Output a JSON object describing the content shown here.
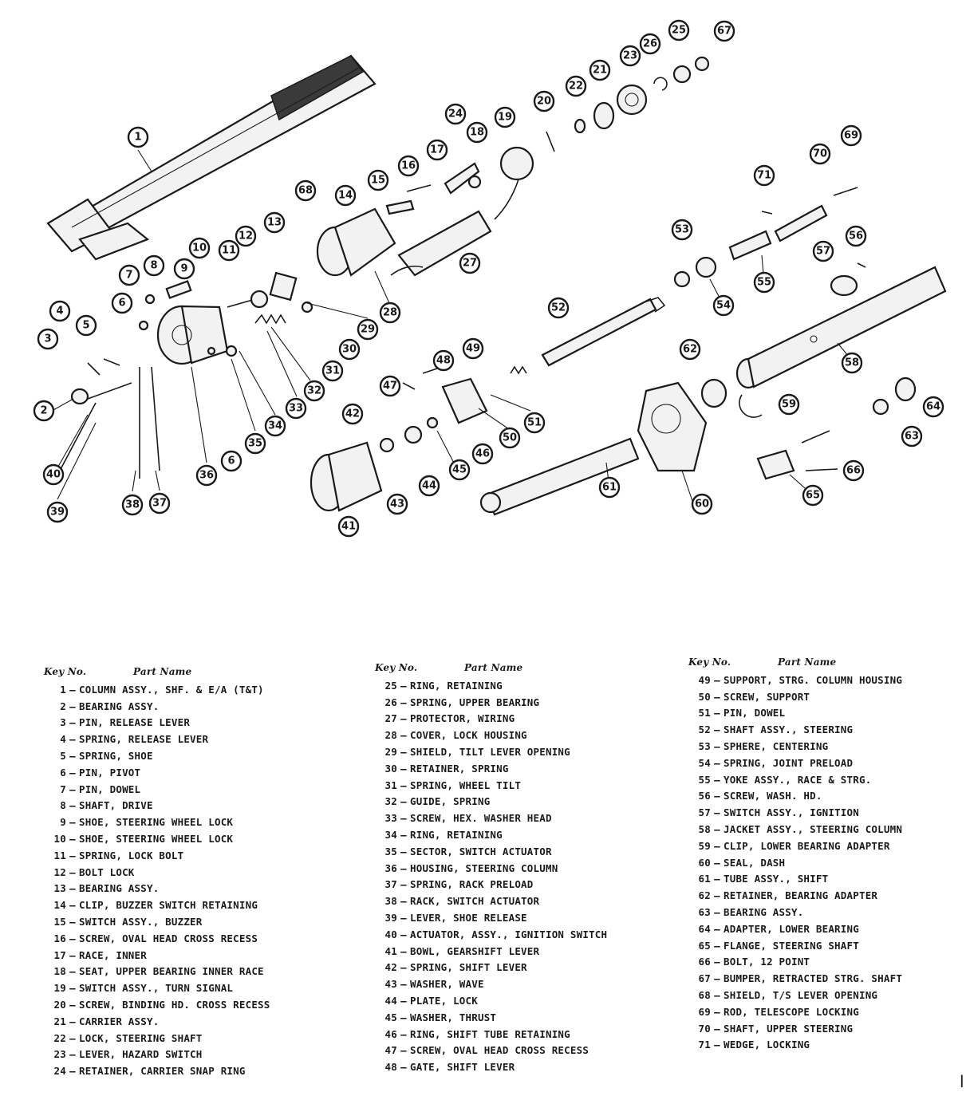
{
  "legend": {
    "header_key": "Key No.",
    "header_name": "Part Name",
    "columns": [
      [
        {
          "num": "1",
          "name": "COLUMN ASSY., SHF. & E/A (T&T)"
        },
        {
          "num": "2",
          "name": "BEARING ASSY."
        },
        {
          "num": "3",
          "name": "PIN, RELEASE LEVER"
        },
        {
          "num": "4",
          "name": "SPRING, RELEASE LEVER"
        },
        {
          "num": "5",
          "name": "SPRING, SHOE"
        },
        {
          "num": "6",
          "name": "PIN, PIVOT"
        },
        {
          "num": "7",
          "name": "PIN, DOWEL"
        },
        {
          "num": "8",
          "name": "SHAFT, DRIVE"
        },
        {
          "num": "9",
          "name": "SHOE, STEERING WHEEL LOCK"
        },
        {
          "num": "10",
          "name": "SHOE, STEERING WHEEL LOCK"
        },
        {
          "num": "11",
          "name": "SPRING, LOCK BOLT"
        },
        {
          "num": "12",
          "name": "BOLT LOCK"
        },
        {
          "num": "13",
          "name": "BEARING ASSY."
        },
        {
          "num": "14",
          "name": "CLIP, BUZZER SWITCH RETAINING"
        },
        {
          "num": "15",
          "name": "SWITCH ASSY., BUZZER"
        },
        {
          "num": "16",
          "name": "SCREW, OVAL HEAD CROSS RECESS"
        },
        {
          "num": "17",
          "name": "RACE, INNER"
        },
        {
          "num": "18",
          "name": "SEAT, UPPER BEARING INNER RACE"
        },
        {
          "num": "19",
          "name": "SWITCH ASSY., TURN SIGNAL"
        },
        {
          "num": "20",
          "name": "SCREW, BINDING HD. CROSS RECESS"
        },
        {
          "num": "21",
          "name": "CARRIER ASSY."
        },
        {
          "num": "22",
          "name": "LOCK, STEERING SHAFT"
        },
        {
          "num": "23",
          "name": "LEVER, HAZARD SWITCH"
        },
        {
          "num": "24",
          "name": "RETAINER, CARRIER SNAP RING"
        }
      ],
      [
        {
          "num": "25",
          "name": "RING, RETAINING"
        },
        {
          "num": "26",
          "name": "SPRING, UPPER BEARING"
        },
        {
          "num": "27",
          "name": "PROTECTOR, WIRING"
        },
        {
          "num": "28",
          "name": "COVER, LOCK HOUSING"
        },
        {
          "num": "29",
          "name": "SHIELD, TILT LEVER OPENING"
        },
        {
          "num": "30",
          "name": "RETAINER, SPRING"
        },
        {
          "num": "31",
          "name": "SPRING, WHEEL TILT"
        },
        {
          "num": "32",
          "name": "GUIDE, SPRING"
        },
        {
          "num": "33",
          "name": "SCREW, HEX. WASHER HEAD"
        },
        {
          "num": "34",
          "name": "RING, RETAINING"
        },
        {
          "num": "35",
          "name": "SECTOR, SWITCH ACTUATOR"
        },
        {
          "num": "36",
          "name": "HOUSING, STEERING COLUMN"
        },
        {
          "num": "37",
          "name": "SPRING, RACK PRELOAD"
        },
        {
          "num": "38",
          "name": "RACK, SWITCH ACTUATOR"
        },
        {
          "num": "39",
          "name": "LEVER, SHOE RELEASE"
        },
        {
          "num": "40",
          "name": "ACTUATOR, ASSY., IGNITION SWITCH"
        },
        {
          "num": "41",
          "name": "BOWL, GEARSHIFT LEVER"
        },
        {
          "num": "42",
          "name": "SPRING, SHIFT LEVER"
        },
        {
          "num": "43",
          "name": "WASHER, WAVE"
        },
        {
          "num": "44",
          "name": "PLATE, LOCK"
        },
        {
          "num": "45",
          "name": "WASHER, THRUST"
        },
        {
          "num": "46",
          "name": "RING, SHIFT TUBE RETAINING"
        },
        {
          "num": "47",
          "name": "SCREW, OVAL HEAD CROSS RECESS"
        },
        {
          "num": "48",
          "name": "GATE, SHIFT LEVER"
        }
      ],
      [
        {
          "num": "49",
          "name": "SUPPORT, STRG. COLUMN HOUSING"
        },
        {
          "num": "50",
          "name": "SCREW, SUPPORT"
        },
        {
          "num": "51",
          "name": "PIN, DOWEL"
        },
        {
          "num": "52",
          "name": "SHAFT ASSY., STEERING"
        },
        {
          "num": "53",
          "name": "SPHERE, CENTERING"
        },
        {
          "num": "54",
          "name": "SPRING, JOINT PRELOAD"
        },
        {
          "num": "55",
          "name": "YOKE ASSY., RACE & STRG."
        },
        {
          "num": "56",
          "name": "SCREW, WASH. HD."
        },
        {
          "num": "57",
          "name": "SWITCH ASSY., IGNITION"
        },
        {
          "num": "58",
          "name": "JACKET ASSY., STEERING COLUMN"
        },
        {
          "num": "59",
          "name": "CLIP, LOWER BEARING ADAPTER"
        },
        {
          "num": "60",
          "name": "SEAL, DASH"
        },
        {
          "num": "61",
          "name": "TUBE ASSY., SHIFT"
        },
        {
          "num": "62",
          "name": "RETAINER, BEARING ADAPTER"
        },
        {
          "num": "63",
          "name": "BEARING ASSY."
        },
        {
          "num": "64",
          "name": "ADAPTER, LOWER BEARING"
        },
        {
          "num": "65",
          "name": "FLANGE, STEERING SHAFT"
        },
        {
          "num": "66",
          "name": "BOLT, 12 POINT"
        },
        {
          "num": "67",
          "name": "BUMPER, RETRACTED STRG. SHAFT"
        },
        {
          "num": "68",
          "name": "SHIELD, T/S LEVER OPENING"
        },
        {
          "num": "69",
          "name": "ROD, TELESCOPE LOCKING"
        },
        {
          "num": "70",
          "name": "SHAFT, UPPER STEERING"
        },
        {
          "num": "71",
          "name": "WEDGE, LOCKING"
        }
      ]
    ]
  },
  "callouts": [
    "1",
    "2",
    "3",
    "4",
    "5",
    "6",
    "6",
    "7",
    "8",
    "9",
    "10",
    "11",
    "12",
    "13",
    "14",
    "15",
    "16",
    "17",
    "18",
    "19",
    "20",
    "21",
    "22",
    "23",
    "24",
    "25",
    "26",
    "27",
    "28",
    "29",
    "30",
    "31",
    "32",
    "33",
    "34",
    "35",
    "36",
    "37",
    "38",
    "39",
    "40",
    "41",
    "42",
    "43",
    "44",
    "45",
    "46",
    "47",
    "48",
    "49",
    "50",
    "51",
    "52",
    "53",
    "54",
    "55",
    "56",
    "57",
    "58",
    "59",
    "60",
    "61",
    "62",
    "63",
    "64",
    "65",
    "66",
    "67",
    "68",
    "69",
    "70",
    "71"
  ],
  "corner_mark": "l"
}
